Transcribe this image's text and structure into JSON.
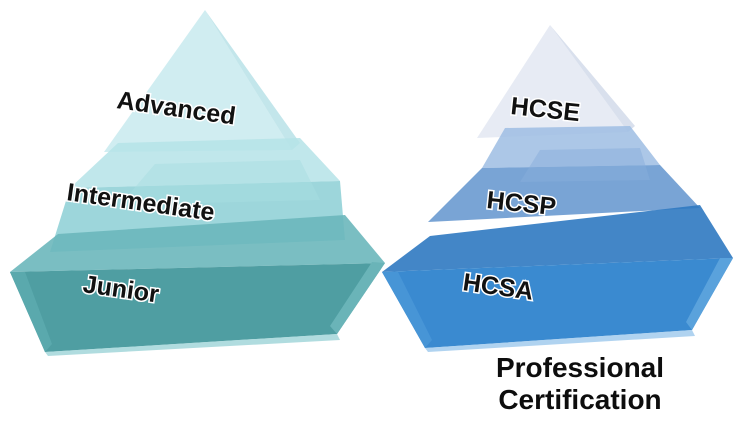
{
  "left_pyramid": {
    "tiers": [
      {
        "label": "Advanced"
      },
      {
        "label": "Intermediate"
      },
      {
        "label": "Junior"
      }
    ]
  },
  "right_pyramid": {
    "tiers": [
      {
        "label": "HCSE"
      },
      {
        "label": "HCSP"
      },
      {
        "label": "HCSA"
      }
    ],
    "caption": {
      "line1": "Professional",
      "line2": "Certification"
    }
  },
  "colors": {
    "left_top": "#bfe6ea",
    "left_mid": "#8fd0d6",
    "left_base": "#4f9ea2",
    "right_top": "#dde4ef",
    "right_mid": "#5b8fc7",
    "right_base": "#3a8ad0"
  }
}
